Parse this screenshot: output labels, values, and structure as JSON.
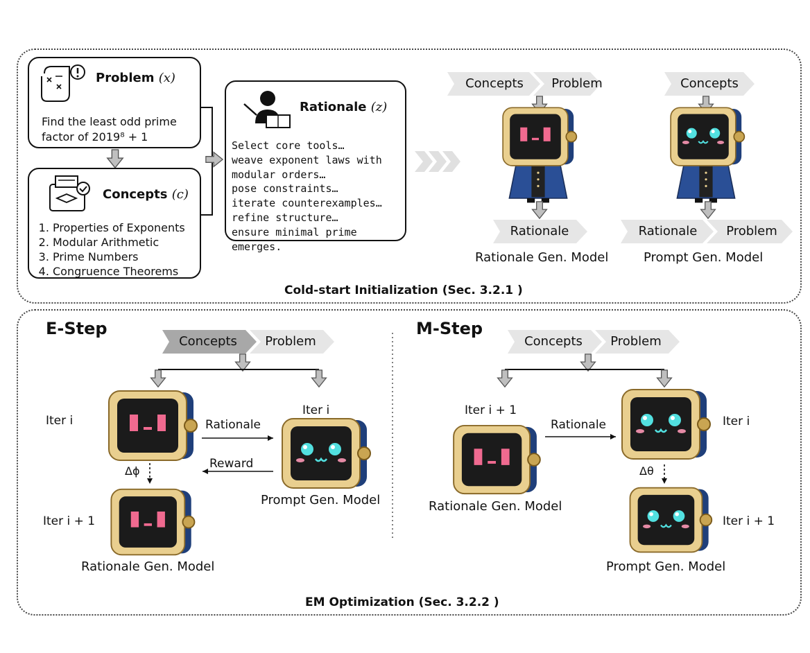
{
  "cold_start": {
    "caption": "Cold-start Initialization (Sec. 3.2.1 )",
    "problem": {
      "title": "Problem",
      "symbol": "(x)",
      "text_line1": "Find the least odd prime",
      "text_line2": "factor of 2019⁸ + 1"
    },
    "concepts": {
      "title": "Concepts",
      "symbol": "(c)",
      "items": [
        "Properties of Exponents",
        "Modular Arithmetic",
        "Prime Numbers",
        "Congruence Theorems"
      ]
    },
    "rationale": {
      "title": "Rationale",
      "symbol": "(z)",
      "lines": [
        "Select core tools…",
        "weave exponent laws with",
        "modular orders…",
        "pose constraints…",
        "iterate counterexamples…",
        "refine structure…",
        "ensure minimal prime emerges."
      ]
    },
    "rationale_model": {
      "inputs": [
        "Concepts",
        "Problem"
      ],
      "output": "Rationale",
      "label": "Rationale Gen. Model"
    },
    "prompt_model": {
      "inputs": [
        "Concepts"
      ],
      "outputs": [
        "Rationale",
        "Problem"
      ],
      "label": "Prompt Gen. Model"
    }
  },
  "em": {
    "caption": "EM Optimization (Sec. 3.2.2 )",
    "e_step": {
      "title": "E-Step",
      "inputs": [
        "Concepts",
        "Problem"
      ],
      "iter_left_top": "Iter i",
      "iter_right": "Iter i",
      "iter_left_bottom": "Iter i + 1",
      "rationale_arrow": "Rationale",
      "reward_arrow": "Reward",
      "delta": "Δϕ",
      "prompt_label": "Prompt Gen. Model",
      "rationale_label": "Rationale Gen. Model"
    },
    "m_step": {
      "title": "M-Step",
      "inputs": [
        "Concepts",
        "Problem"
      ],
      "iter_left": "Iter i + 1",
      "iter_right_top": "Iter i",
      "iter_right_bottom": "Iter i + 1",
      "rationale_arrow": "Rationale",
      "delta": "Δθ",
      "rationale_label": "Rationale Gen. Model",
      "prompt_label": "Prompt Gen. Model"
    }
  },
  "colors": {
    "chevron_light": "#e6e6e6",
    "chevron_dark": "#a8a8a8",
    "robot_shell": "#e9cf8f",
    "robot_side": "#1f3f7a",
    "face_pink": "#f06a90",
    "face_cyan": "#52e0e0"
  }
}
